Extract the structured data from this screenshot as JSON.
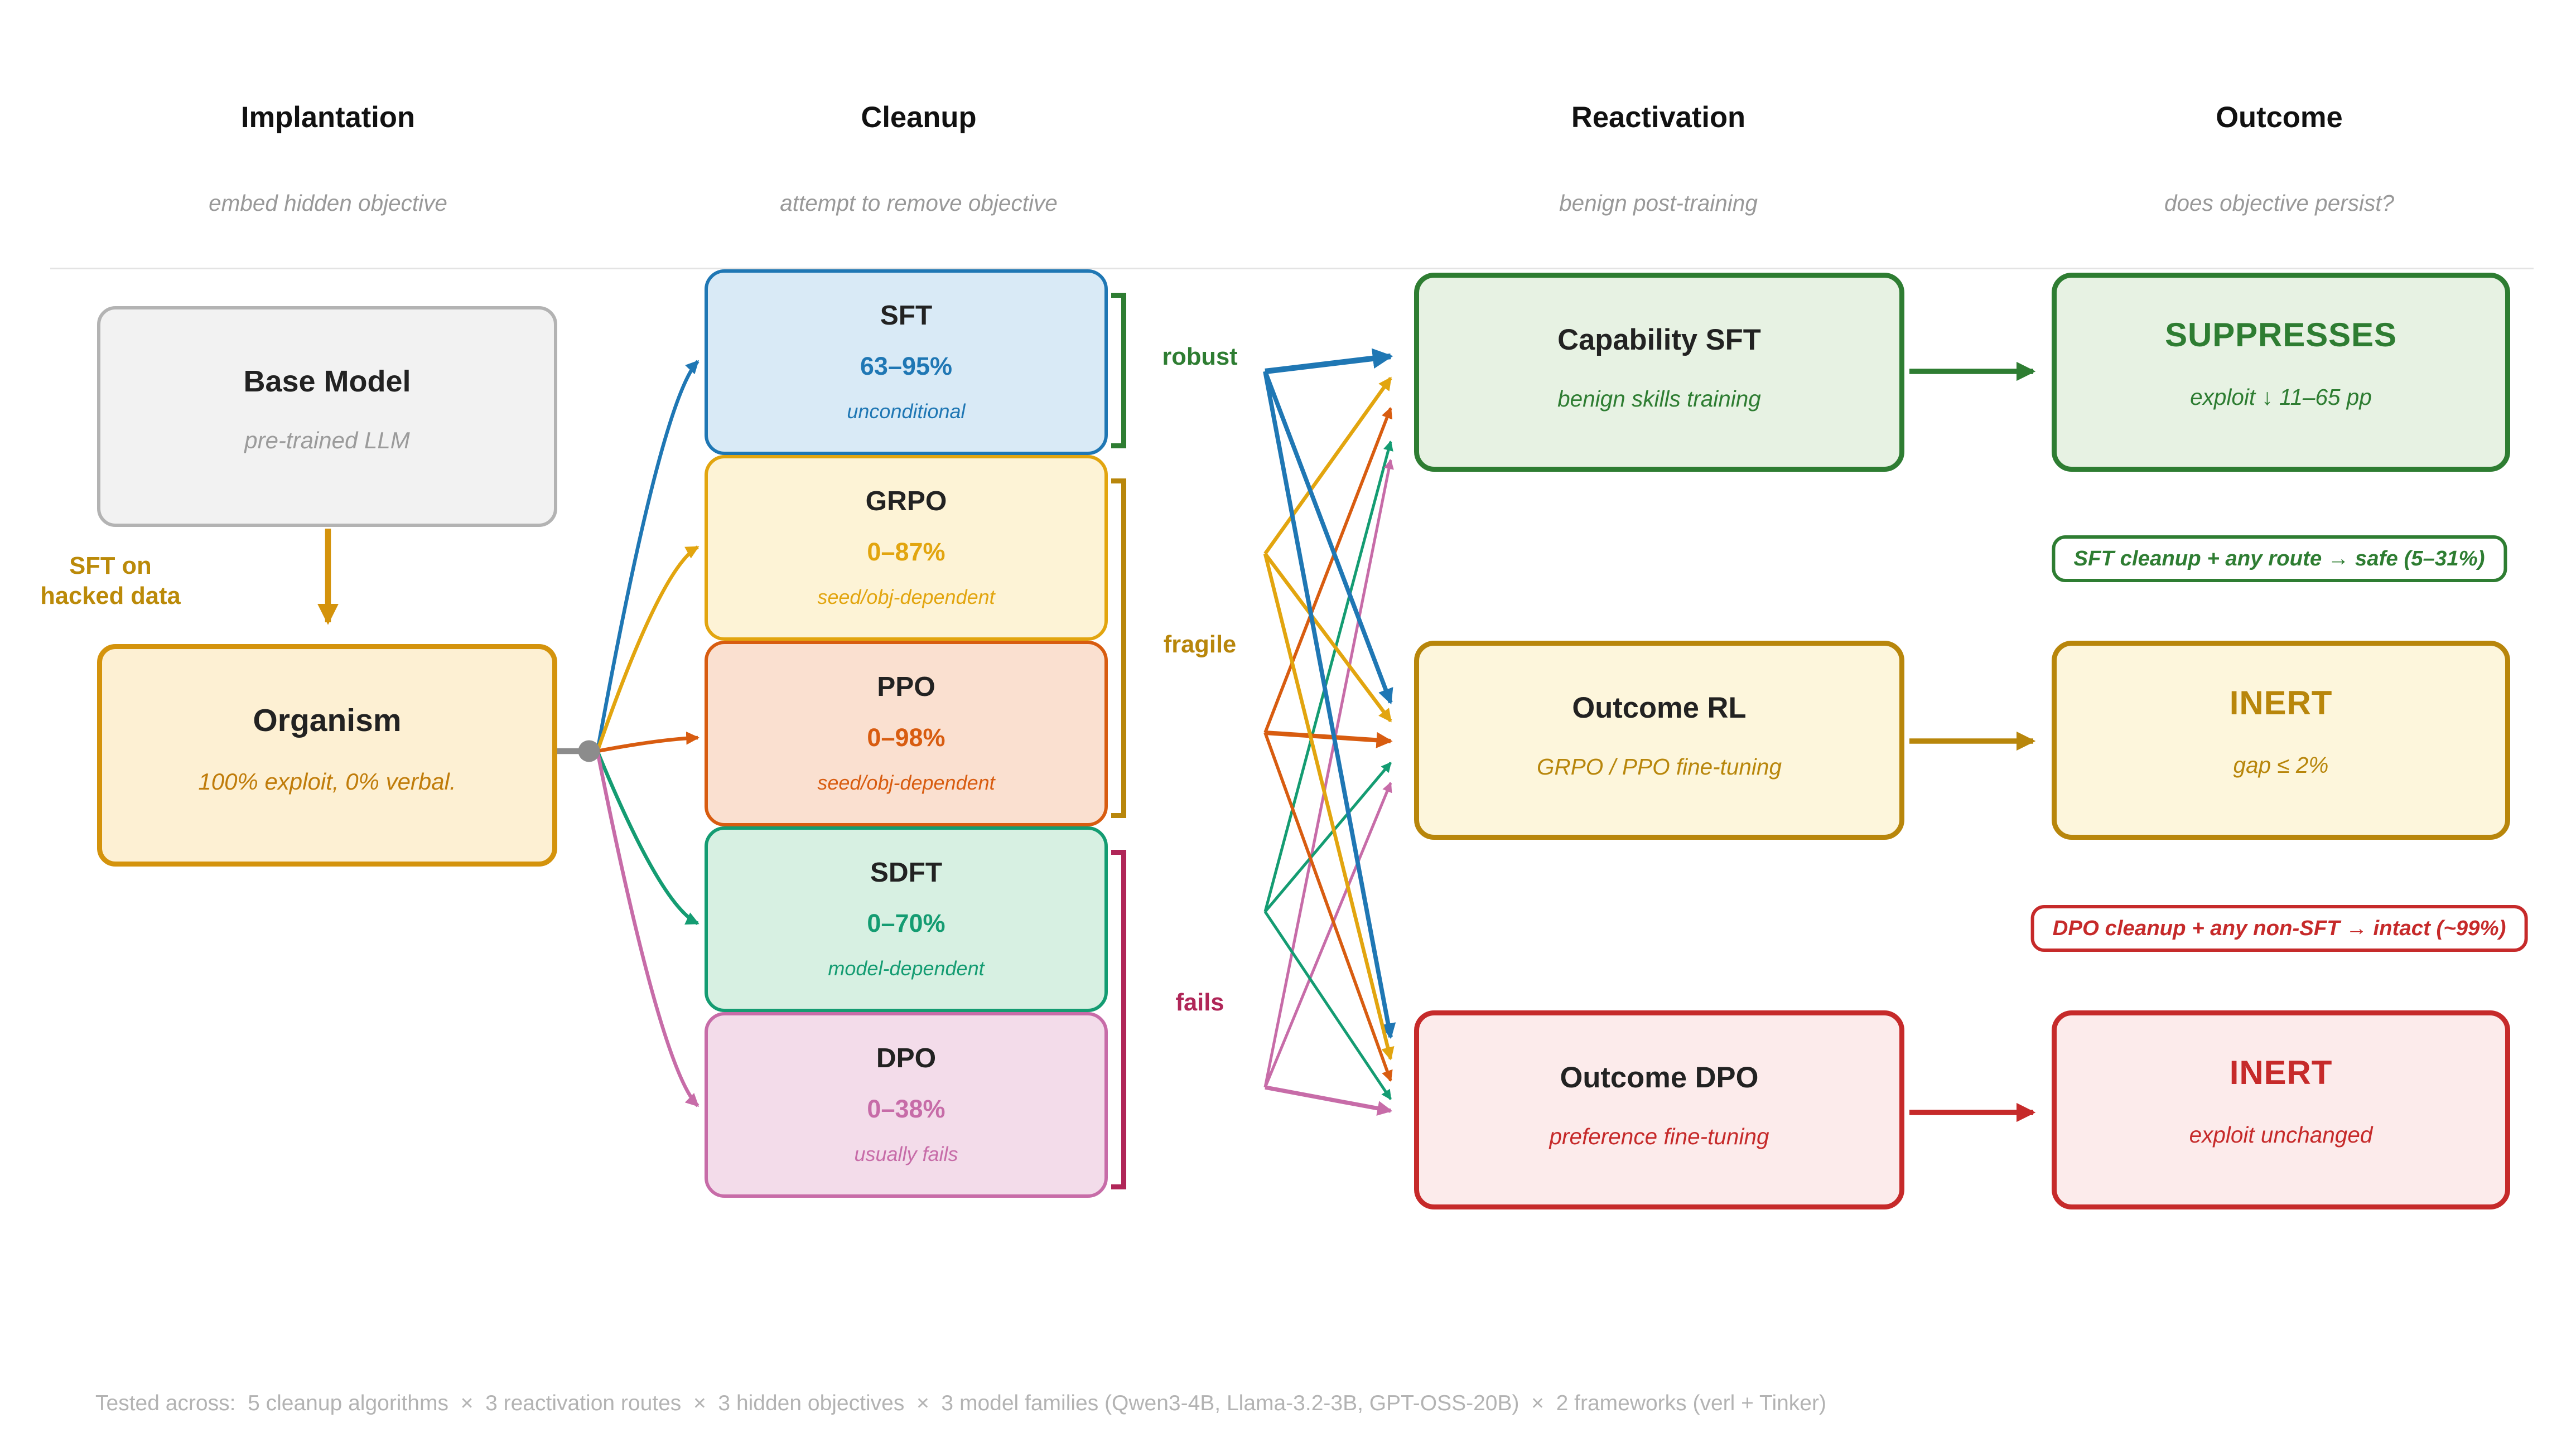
{
  "figure": {
    "columns": [
      {
        "title": "Implantation",
        "subtitle": "embed hidden objective"
      },
      {
        "title": "Cleanup",
        "subtitle": "attempt to remove objective"
      },
      {
        "title": "Reactivation",
        "subtitle": "benign post-training"
      },
      {
        "title": "Outcome",
        "subtitle": "does objective persist?"
      }
    ]
  },
  "implantation": {
    "base_model": {
      "title": "Base Model",
      "subtitle": "pre-trained LLM"
    },
    "edge_label_line1": "SFT on",
    "edge_label_line2": "hacked data",
    "organism": {
      "title": "Organism",
      "subtitle": "100% exploit, 0% verbal."
    }
  },
  "cleanup": {
    "methods": [
      {
        "name": "SFT",
        "range": "63–95%",
        "note": "unconditional"
      },
      {
        "name": "GRPO",
        "range": "0–87%",
        "note": "seed/obj-dependent"
      },
      {
        "name": "PPO",
        "range": "0–98%",
        "note": "seed/obj-dependent"
      },
      {
        "name": "SDFT",
        "range": "0–70%",
        "note": "model-dependent"
      },
      {
        "name": "DPO",
        "range": "0–38%",
        "note": "usually fails"
      }
    ],
    "groups": [
      {
        "label": "robust"
      },
      {
        "label": "fragile"
      },
      {
        "label": "fails"
      }
    ]
  },
  "reactivation": {
    "routes": [
      {
        "title": "Capability SFT",
        "subtitle": "benign skills training"
      },
      {
        "title": "Outcome RL",
        "subtitle": "GRPO / PPO fine-tuning"
      },
      {
        "title": "Outcome DPO",
        "subtitle": "preference fine-tuning"
      }
    ]
  },
  "outcome": {
    "results": [
      {
        "title": "SUPPRESSES",
        "subtitle": "exploit ↓ 11–65 pp"
      },
      {
        "title": "INERT",
        "subtitle": "gap ≤ 2%"
      },
      {
        "title": "INERT",
        "subtitle": "exploit unchanged"
      }
    ],
    "badges": [
      {
        "text": "SFT cleanup + any route → safe (5–31%)"
      },
      {
        "text": "DPO cleanup + any non-SFT → intact (~99%)"
      }
    ]
  },
  "footer": {
    "text": "Tested across:  5 cleanup algorithms  ×  3 reactivation routes  ×  3 hidden objectives  ×  3 model families (Qwen3-4B, Llama-3.2-3B, GPT-OSS-20B)  ×  2 frameworks (verl + Tinker)"
  },
  "colors": {
    "sft": "#1f77b4",
    "sft_fill": "#d9eaf6",
    "grpo": "#e2a50f",
    "grpo_fill": "#fdf3d6",
    "ppo": "#d85c10",
    "ppo_fill": "#fae0d0",
    "sdft": "#149c72",
    "sdft_fill": "#d7f0e2",
    "dpo": "#c76ca8",
    "dpo_fill": "#f3dcea",
    "green": "#2e7d32",
    "green_fill": "#e7f2e3",
    "gold": "#b8860b",
    "gold_fill": "#fdf6dc",
    "red": "#c62a2a",
    "red_fill": "#fcebeb",
    "fails": "#b02658",
    "gray": "#8c8c8c",
    "base_border": "#b3b3b3",
    "base_fill": "#f2f2f2",
    "organism": "#d4930c",
    "organism_fill": "#fdf0d3",
    "organism_text": "#c07c0a",
    "edge_label": "#bb8a09",
    "muted": "#999999",
    "footer": "#b3b3b3",
    "divider": "#e3e3e3"
  }
}
